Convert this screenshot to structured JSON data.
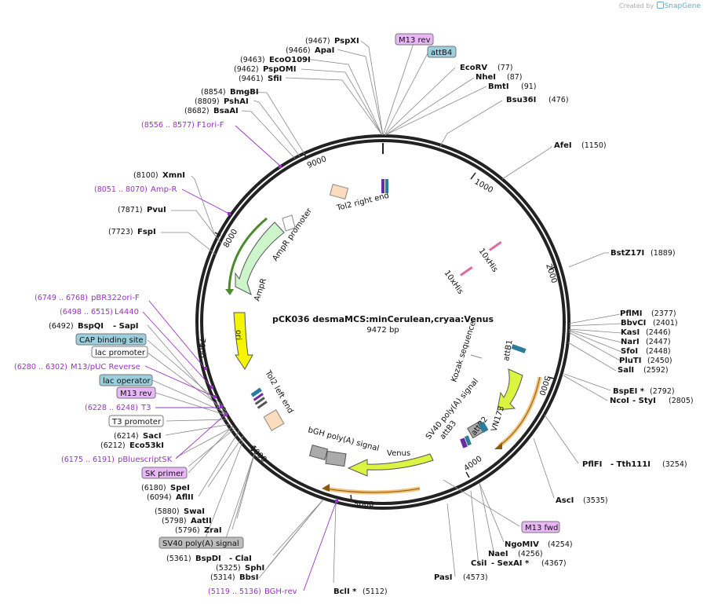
{
  "credit": {
    "prefix": "Created by",
    "brand": "SnapGene"
  },
  "plasmid": {
    "name": "pCK036 desmaMCS:minCerulean,cryaa:Venus",
    "length_label": "9472 bp"
  },
  "ticks": [
    "1000",
    "2000",
    "3000",
    "4000",
    "5000",
    "6000",
    "7000",
    "8000",
    "9000"
  ],
  "enzymes": [
    {
      "name": "PspXI",
      "pos": "(9467)"
    },
    {
      "name": "ApaI",
      "pos": "(9466)"
    },
    {
      "name": "EcoO109I",
      "pos": "(9463)"
    },
    {
      "name": "PspOMI",
      "pos": "(9462)"
    },
    {
      "name": "SfiI",
      "pos": "(9461)"
    },
    {
      "name": "BmgBI",
      "pos": "(8854)"
    },
    {
      "name": "PshAI",
      "pos": "(8809)"
    },
    {
      "name": "BsaAI",
      "pos": "(8682)"
    },
    {
      "name": "XmnI",
      "pos": "(8100)"
    },
    {
      "name": "PvuI",
      "pos": "(7871)"
    },
    {
      "name": "FspI",
      "pos": "(7723)"
    },
    {
      "name": "BspQI",
      "extra": "- SapI",
      "pos": "(6492)"
    },
    {
      "name": "SacI",
      "pos": "(6214)"
    },
    {
      "name": "Eco53kI",
      "pos": "(6212)"
    },
    {
      "name": "SpeI",
      "pos": "(6180)"
    },
    {
      "name": "AflII",
      "pos": "(6094)"
    },
    {
      "name": "SwaI",
      "pos": "(5880)"
    },
    {
      "name": "AatII",
      "pos": "(5798)"
    },
    {
      "name": "ZraI",
      "pos": "(5796)"
    },
    {
      "name": "BspDI",
      "extra": "- ClaI",
      "pos": "(5361)"
    },
    {
      "name": "SphI",
      "pos": "(5325)"
    },
    {
      "name": "BbsI",
      "pos": "(5314)"
    },
    {
      "name": "BclI *",
      "pos": "(5112)"
    },
    {
      "name": "EcoRV",
      "pos": "(77)"
    },
    {
      "name": "NheI",
      "pos": "(87)"
    },
    {
      "name": "BmtI",
      "pos": "(91)"
    },
    {
      "name": "Bsu36I",
      "pos": "(476)"
    },
    {
      "name": "AfeI",
      "pos": "(1150)"
    },
    {
      "name": "BstZ17I",
      "pos": "(1889)"
    },
    {
      "name": "PflMI",
      "pos": "(2377)"
    },
    {
      "name": "BbvCI",
      "pos": "(2401)"
    },
    {
      "name": "KasI",
      "pos": "(2446)"
    },
    {
      "name": "NarI",
      "pos": "(2447)"
    },
    {
      "name": "SfoI",
      "pos": "(2448)"
    },
    {
      "name": "PluTI",
      "pos": "(2450)"
    },
    {
      "name": "SalI",
      "pos": "(2592)"
    },
    {
      "name": "BspEI *",
      "pos": "(2792)"
    },
    {
      "name": "NcoI",
      "extra": "- StyI",
      "pos": "(2805)"
    },
    {
      "name": "PflFI",
      "extra": "- Tth111I",
      "pos": "(3254)"
    },
    {
      "name": "AscI",
      "pos": "(3535)"
    },
    {
      "name": "NgoMIV",
      "pos": "(4254)"
    },
    {
      "name": "NaeI",
      "pos": "(4256)"
    },
    {
      "name": "CsiI",
      "extra": "- SexAI *",
      "pos": "(4367)"
    },
    {
      "name": "PasI",
      "pos": "(4573)"
    }
  ],
  "primers": [
    {
      "name": "F1ori-F",
      "pos": "(8556 .. 8577)"
    },
    {
      "name": "Amp-R",
      "pos": "(8051 .. 8070)"
    },
    {
      "name": "pBR322ori-F",
      "pos": "(6749 .. 6768)"
    },
    {
      "name": "L4440",
      "pos": "(6498 .. 6515)"
    },
    {
      "name": "M13/pUC Reverse",
      "pos": "(6280 .. 6302)"
    },
    {
      "name": "T3",
      "pos": "(6228 .. 6248)"
    },
    {
      "name": "pBluescriptSK",
      "pos": "(6175 .. 6191)"
    },
    {
      "name": "BGH-rev",
      "pos": "(5119 .. 5136)"
    }
  ],
  "boxed_labels": [
    {
      "name": "M13 rev",
      "color": "#e9b6f7"
    },
    {
      "name": "attB4",
      "color": "#9ccfdd"
    },
    {
      "name": "CAP binding site",
      "color": "#9ccfdd"
    },
    {
      "name": "lac promoter",
      "color": "#ffffff"
    },
    {
      "name": "lac operator",
      "color": "#9ccfdd"
    },
    {
      "name": "M13 rev",
      "color": "#e9b6f7"
    },
    {
      "name": "T3 promoter",
      "color": "#ffffff"
    },
    {
      "name": "SK primer",
      "color": "#e9b6f7"
    },
    {
      "name": "SV40 poly(A) signal",
      "color": "#bdbdbd"
    },
    {
      "name": "M13 fwd",
      "color": "#e9b6f7"
    }
  ],
  "features": {
    "tol2_right": "Tol2 right end",
    "ampr_promoter": "AmpR promoter",
    "ampr": "AmpR",
    "ori": "ori",
    "tol2_left": "Tol2 left end",
    "his1": "10xHis",
    "his2": "10xHis",
    "kozak": "Kozak sequence",
    "attb1": "attB1",
    "vn173": "VN173",
    "sv40": "SV40 poly(A) signal",
    "attb2": "attB2",
    "attb3": "attB3",
    "venus": "Venus",
    "bgh": "bGH poly(A) signal"
  },
  "colors": {
    "backbone": "#222222",
    "primer": "#9b30c8",
    "amp": "#ccf5cc",
    "ori": "#f5f500",
    "venus": "#d9f542",
    "orange_arc": "#f2c27a"
  }
}
